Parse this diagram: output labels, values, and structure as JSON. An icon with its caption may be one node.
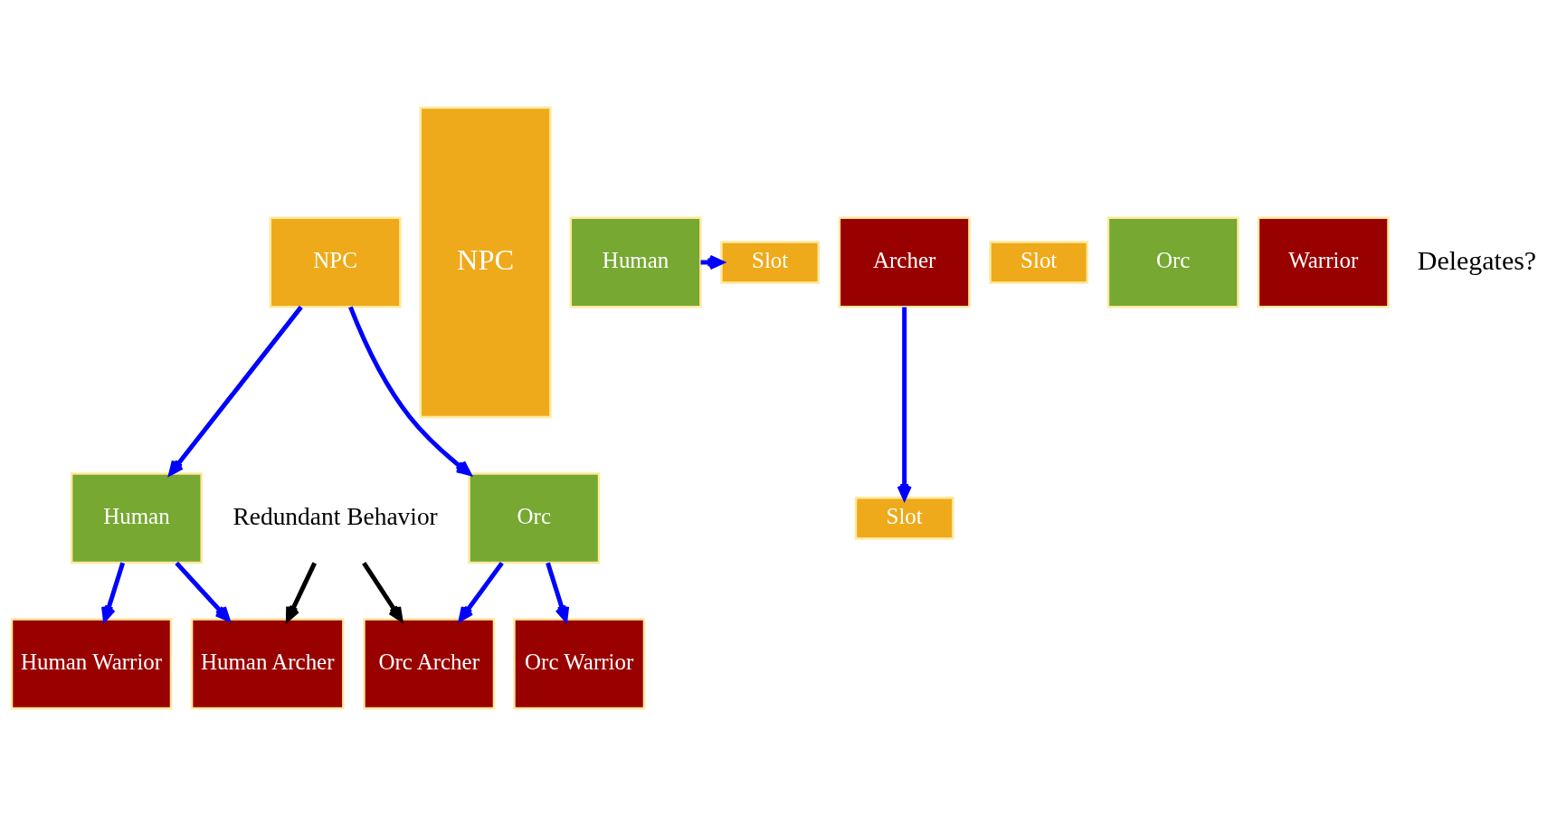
{
  "diagram": {
    "nodes": [
      {
        "text": [
          "NPC"
        ]
      },
      {
        "text": [
          "Human"
        ]
      },
      {
        "text": [
          "Orc"
        ]
      },
      {
        "text": [
          "Human Warrior"
        ]
      },
      {
        "text": [
          "Human Archer"
        ]
      },
      {
        "text": [
          "Orc Warrior"
        ]
      },
      {
        "text": [
          "Orc Archer"
        ]
      },
      {
        "text": [
          "Redundant Behavior"
        ]
      },
      {
        "text": [
          "NPC"
        ]
      },
      {
        "text": [
          "Slot"
        ]
      },
      {
        "text": [
          "Slot"
        ]
      },
      {
        "text": [
          "Slot"
        ]
      },
      {
        "text": [
          "Orc"
        ]
      },
      {
        "text": [
          "Human"
        ]
      },
      {
        "text": [
          "Warrior"
        ]
      },
      {
        "text": [
          "Archer"
        ]
      }
    ],
    "edges": [
      {
        "from": 0,
        "to": 1,
        "arrow": "to"
      },
      {
        "from": 0,
        "to": 2,
        "arrow": "to"
      },
      {
        "from": 1,
        "to": 3,
        "arrow": "to"
      },
      {
        "from": 1,
        "to": 4,
        "arrow": "to"
      },
      {
        "from": 2,
        "to": 5,
        "arrow": "to"
      },
      {
        "from": 2,
        "to": 6,
        "arrow": "to"
      },
      {
        "from": 7,
        "to": 4,
        "arrow": "to",
        "color": "#000000"
      },
      {
        "from": 7,
        "to": 6,
        "arrow": "to",
        "color": "#000000"
      },
      {
        "from": 13,
        "to": 9,
        "arrow": "to"
      },
      {
        "from": 15,
        "to": 10,
        "arrow": "to"
      }
    ],
    "labels": [
      "Delegates?"
    ]
  }
}
